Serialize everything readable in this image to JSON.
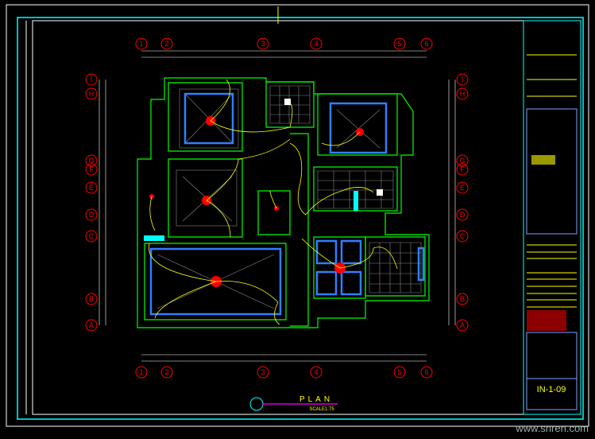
{
  "drawing": {
    "title": "PLAN",
    "scale": "SCALE1:75",
    "sheet_number": "IN-1-09",
    "grid_columns": [
      "1",
      "2",
      "3",
      "4",
      "5",
      "6"
    ],
    "grid_rows": [
      "I",
      "H",
      "G",
      "F",
      "E",
      "D",
      "C",
      "B",
      "A"
    ]
  },
  "watermark": "www.snren.com",
  "colors": {
    "wall": "#00ff00",
    "grid": "#ff0000",
    "frame": "#00ffff",
    "light": "#ffff00",
    "ceiling": "#2f7fff"
  }
}
